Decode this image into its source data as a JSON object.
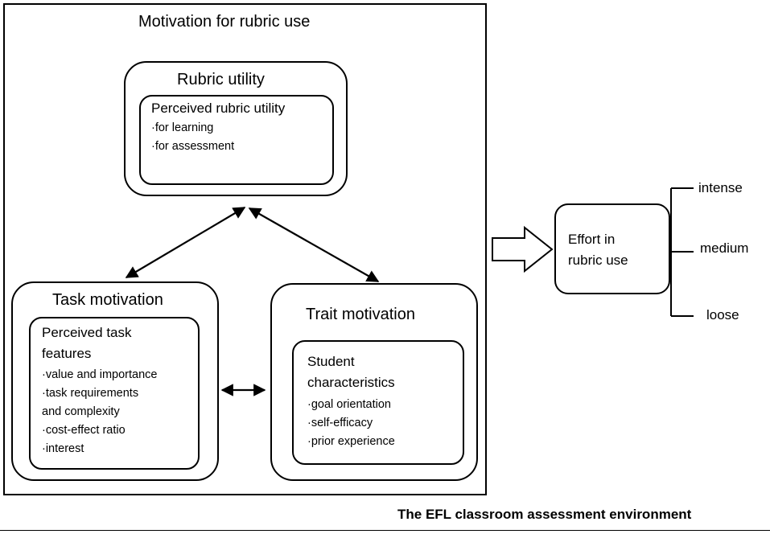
{
  "outer_title": "Motivation for rubric use",
  "rubric_utility": {
    "title": "Rubric utility",
    "inner_title": "Perceived rubric utility",
    "items": [
      "·for learning",
      "·for assessment"
    ]
  },
  "task_motivation": {
    "title": "Task motivation",
    "inner_title_1": "Perceived task",
    "inner_title_2": "features",
    "items": [
      "·value and  importance",
      "·task requirements",
      "and complexity",
      "·cost-effect ratio",
      "·interest"
    ]
  },
  "trait_motivation": {
    "title": "Trait motivation",
    "inner_title_1": "Student",
    "inner_title_2": "characteristics",
    "items": [
      "·goal orientation",
      "·self-efficacy",
      "·prior experience"
    ]
  },
  "effort": {
    "line1": "Effort in",
    "line2": "rubric use"
  },
  "levels": [
    "intense",
    "medium",
    "loose"
  ],
  "environment_label": "The EFL classroom assessment environment"
}
